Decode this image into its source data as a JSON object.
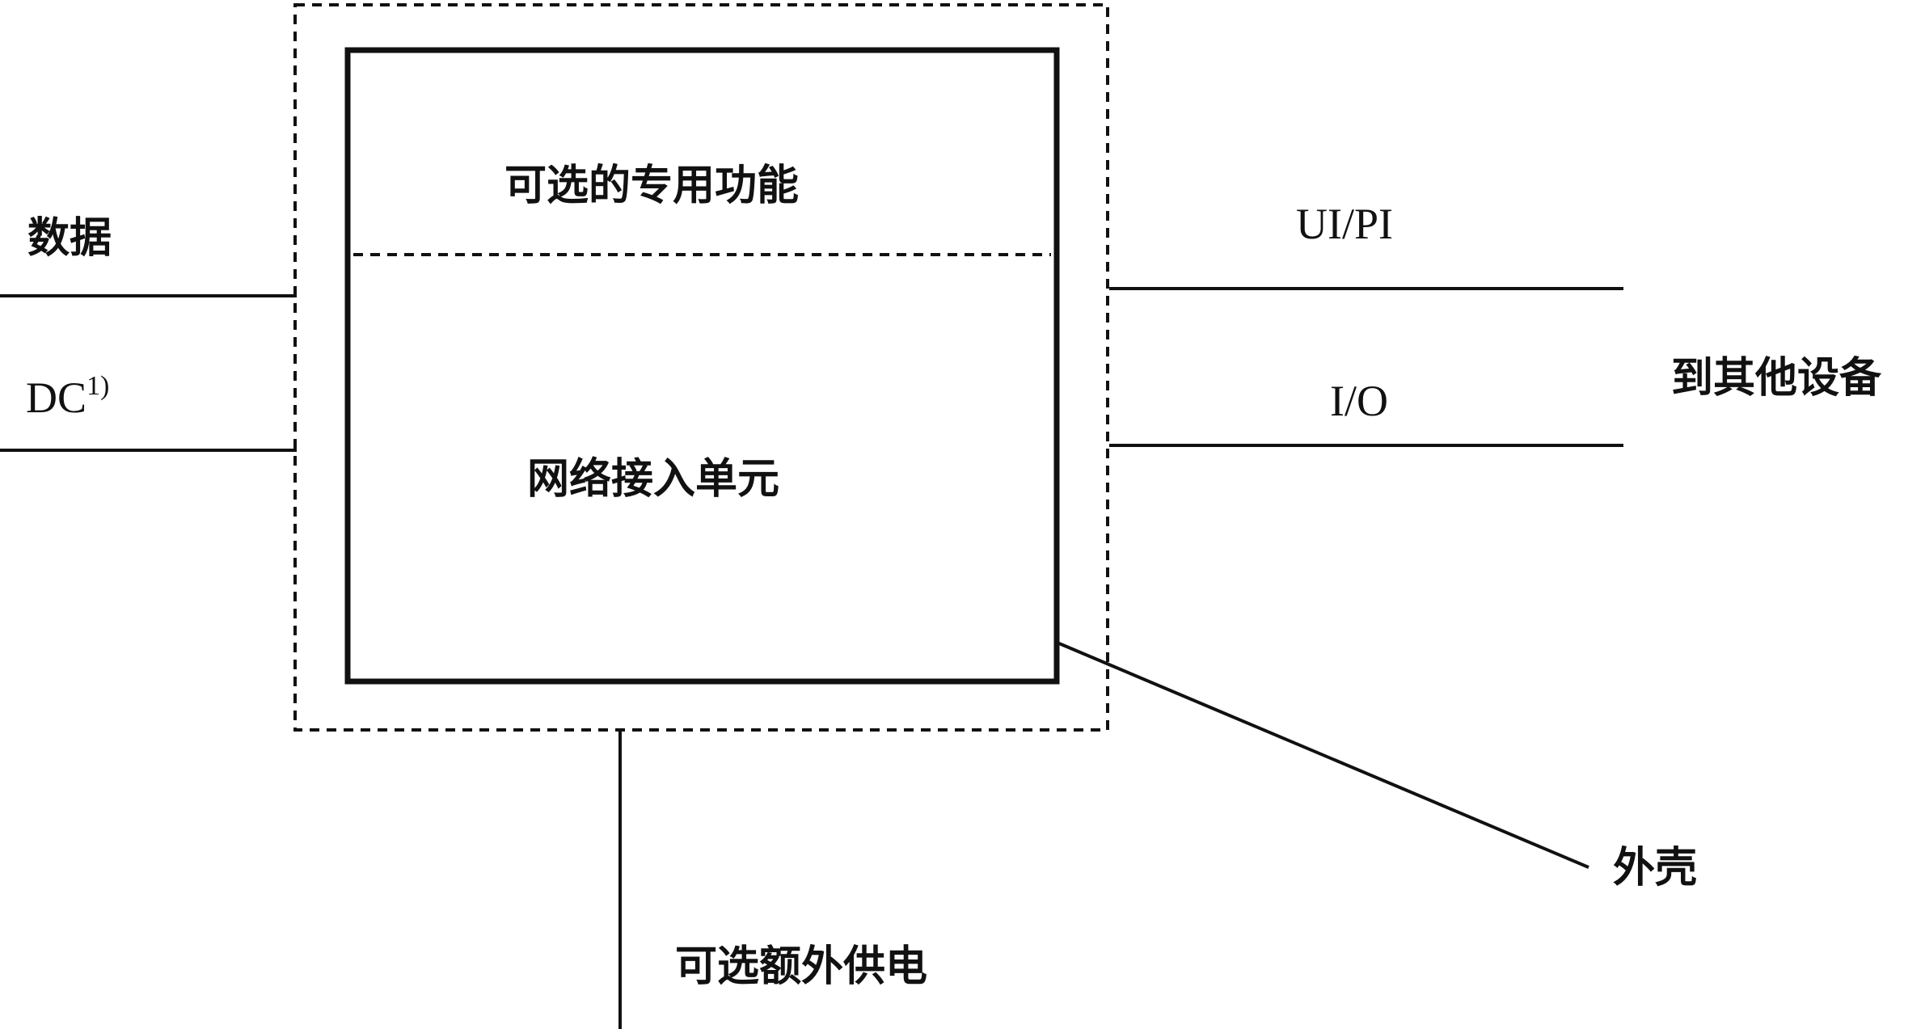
{
  "diagram": {
    "unit": {
      "top_label": "可选的专用功能",
      "main_label": "网络接入单元"
    },
    "left": {
      "data_label": "数据",
      "dc_label": "DC",
      "dc_superscript": "1)"
    },
    "right": {
      "uipi_label": "UI/PI",
      "io_label": "I/O",
      "destination_label": "到其他设备"
    },
    "bottom": {
      "power_label": "可选额外供电"
    },
    "enclosure": {
      "label": "外壳"
    }
  }
}
